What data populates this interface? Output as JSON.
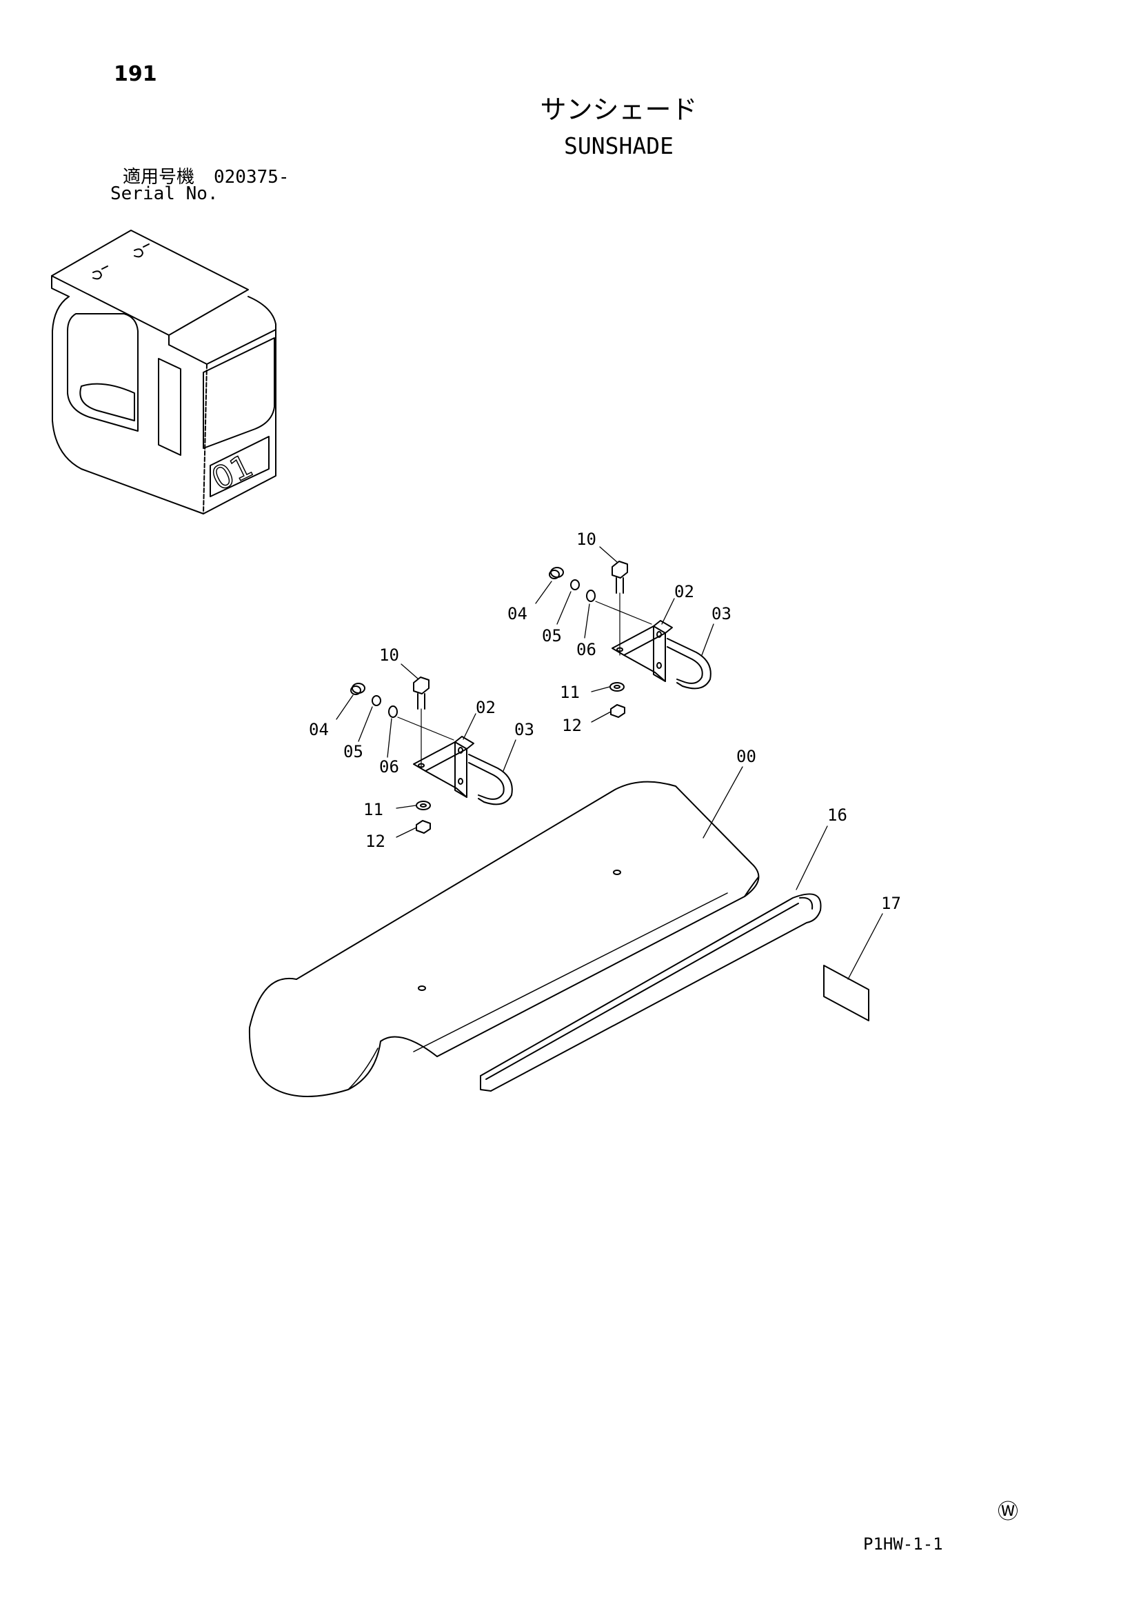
{
  "page_number": "191",
  "title_jp": "サンシェード",
  "title_en": "SUNSHADE",
  "serial": {
    "label_jp": "適用号機",
    "value": "020375-",
    "label_en": "Serial No."
  },
  "cab_number": "01",
  "part_labels": {
    "a10": "10",
    "a04": "04",
    "a05": "05",
    "a06": "06",
    "a02": "02",
    "a03": "03",
    "a11": "11",
    "a12": "12",
    "b10": "10",
    "b04": "04",
    "b05": "05",
    "b06": "06",
    "b02": "02",
    "b03": "03",
    "b11": "11",
    "b12": "12",
    "p00": "00",
    "p16": "16",
    "p17": "17"
  },
  "copyright_mark": "Ⓦ",
  "drawing_code": "P1HW-1-1"
}
